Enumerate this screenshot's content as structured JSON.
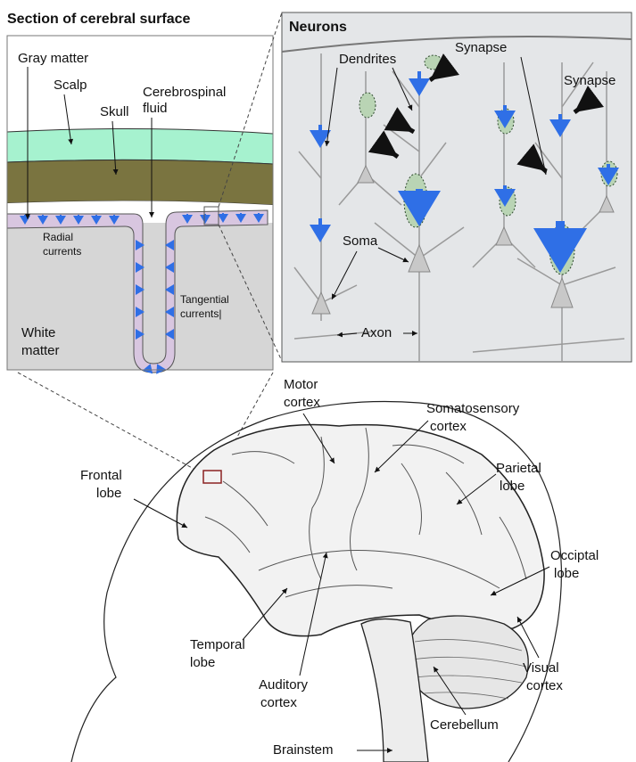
{
  "section_panel": {
    "title": "Section of cerebral surface",
    "gray_matter": "Gray matter",
    "scalp": "Scalp",
    "skull": "Skull",
    "csf_line1": "Cerebrospinal",
    "csf_line2": "fluid",
    "radial_line1": "Radial",
    "radial_line2": "currents",
    "tangential_line1": "Tangential",
    "tangential_line2": "currents|",
    "white_line1": "White",
    "white_line2": "matter"
  },
  "neurons_panel": {
    "title": "Neurons",
    "dendrites": "Dendrites",
    "synapse_1": "Synapse",
    "synapse_2": "Synapse",
    "soma": "Soma",
    "axon": "Axon"
  },
  "brain": {
    "motor_line1": "Motor",
    "motor_line2": "cortex",
    "somato_line1": "Somatosensory",
    "somato_line2": "cortex",
    "frontal_line1": "Frontal",
    "frontal_line2": "lobe",
    "parietal_line1": "Parietal",
    "parietal_line2": "lobe",
    "occipital_line1": "Occiptal",
    "occipital_line2": "lobe",
    "temporal_line1": "Temporal",
    "temporal_line2": "lobe",
    "auditory_line1": "Auditory",
    "auditory_line2": "cortex",
    "visual_line1": "Visual",
    "visual_line2": "cortex",
    "cerebellum": "Cerebellum",
    "brainstem": "Brainstem"
  },
  "colors": {
    "scalp": "#a6f2cf",
    "skull": "#7a7440",
    "gray_matter": "#d8c6e0",
    "white_matter": "#d6d6d6",
    "current_arrow": "#2f6fe6",
    "neuron_panel_bg": "#e4e6e8"
  }
}
